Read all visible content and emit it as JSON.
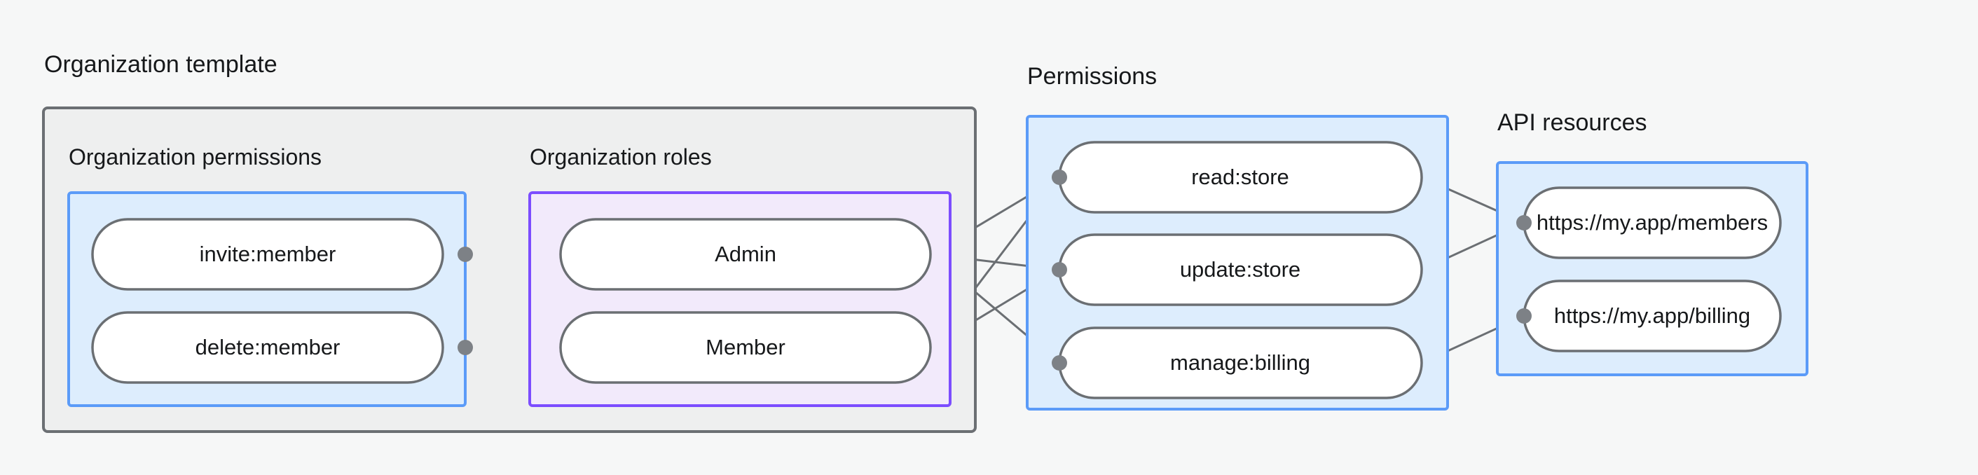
{
  "diagram": {
    "title": "Organization template diagram",
    "background_color": "#f6f7f7",
    "groups": {
      "organization_template": {
        "label": "Organization template",
        "fill": "#eeefef",
        "border": "#6b6f73"
      },
      "organization_permissions": {
        "label": "Organization permissions",
        "fill": "#ddedfd",
        "border": "#5b9bf8"
      },
      "organization_roles": {
        "label": "Organization roles",
        "fill": "#f2eafb",
        "border": "#7c4dff"
      },
      "permissions": {
        "label": "Permissions",
        "fill": "#ddedfd",
        "border": "#5b9bf8"
      },
      "api_resources": {
        "label": "API resources",
        "fill": "#ddedfd",
        "border": "#5b9bf8"
      }
    },
    "nodes": {
      "organization_permissions": [
        {
          "id": "invite-member",
          "label": "invite:member"
        },
        {
          "id": "delete-member",
          "label": "delete:member"
        }
      ],
      "organization_roles": [
        {
          "id": "admin",
          "label": "Admin"
        },
        {
          "id": "member",
          "label": "Member"
        }
      ],
      "permissions": [
        {
          "id": "read-store",
          "label": "read:store"
        },
        {
          "id": "update-store",
          "label": "update:store"
        },
        {
          "id": "manage-billing",
          "label": "manage:billing"
        }
      ],
      "api_resources": [
        {
          "id": "members-url",
          "label": "https://my.app/members"
        },
        {
          "id": "billing-url",
          "label": "https://my.app/billing"
        }
      ]
    },
    "edges": [
      {
        "from": "invite-member",
        "to": "admin"
      },
      {
        "from": "invite-member",
        "to": "member"
      },
      {
        "from": "delete-member",
        "to": "member"
      },
      {
        "from": "admin",
        "to": "read-store"
      },
      {
        "from": "admin",
        "to": "update-store"
      },
      {
        "from": "admin",
        "to": "manage-billing"
      },
      {
        "from": "member",
        "to": "read-store"
      },
      {
        "from": "member",
        "to": "update-store"
      },
      {
        "from": "read-store",
        "to": "members-url"
      },
      {
        "from": "update-store",
        "to": "members-url"
      },
      {
        "from": "manage-billing",
        "to": "billing-url"
      }
    ],
    "edge_color": "#6b6f73",
    "port_color": "#7d8186",
    "node_fill": "#ffffff",
    "node_border": "#6b6f73",
    "text_color": "#16181a"
  }
}
